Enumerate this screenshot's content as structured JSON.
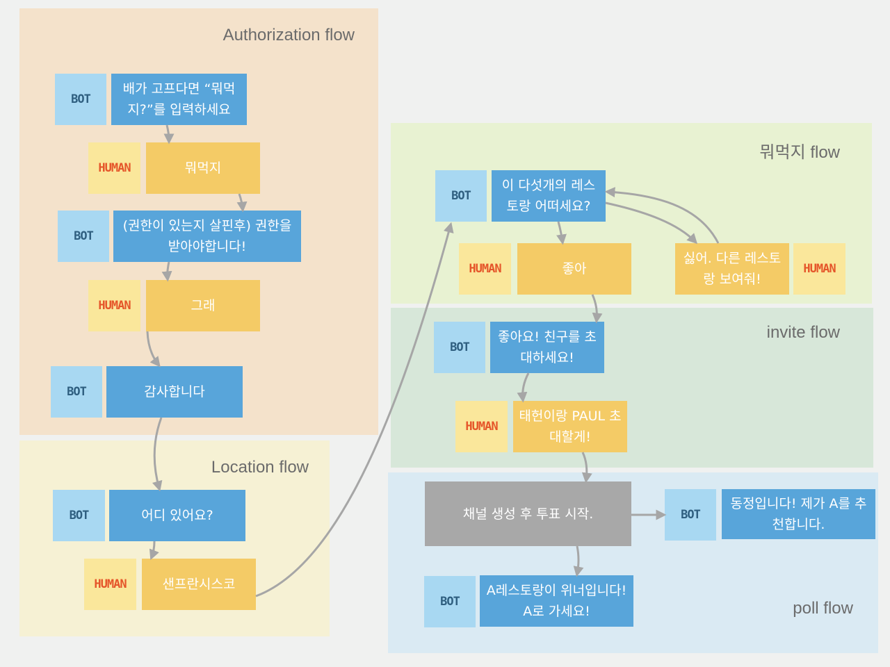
{
  "regions": {
    "authorization": {
      "title": "Authorization flow",
      "color": "#f4e2cb"
    },
    "location": {
      "title": "Location flow",
      "color": "#f6f1d4"
    },
    "mwomeokji": {
      "title": "뭐먹지 flow",
      "color": "#e8f2d2"
    },
    "invite": {
      "title": "invite flow",
      "color": "#d7e7d9"
    },
    "poll": {
      "title": "poll flow",
      "color": "#daeaf3"
    }
  },
  "tags": {
    "bot": "BOT",
    "human": "HUMAN"
  },
  "messages": {
    "a1": "배가 고프다면 “뭐먹지?”를 입력하세요",
    "a2": "뭐먹지",
    "a3": "(권한이 있는지 살핀후) 권한을 받아야합니다!",
    "a4": "그래",
    "a5": "감사합니다",
    "l1": "어디 있어요?",
    "l2": "샌프란시스코",
    "m1": "이 다섯개의 레스토랑 어떠세요?",
    "m2": "좋아",
    "m3": "싫어. 다른 레스토랑 보여줘!",
    "i1": "좋아요! 친구를 초대하세요!",
    "i2": "태헌이랑 PAUL 초대할게!",
    "p1": "채널 생성 후 투표 시작.",
    "p2": "동정입니다! 제가 A를 추천합니다.",
    "p3": "A레스토랑이 위너입니다! A로 가세요!"
  },
  "colors": {
    "bot_tag": "#a8d8f2",
    "human_tag": "#fae79b",
    "bot_message": "#58a5da",
    "human_message": "#f4cb66",
    "system_message": "#a8a8a8",
    "arrow": "#a6a6a6"
  }
}
